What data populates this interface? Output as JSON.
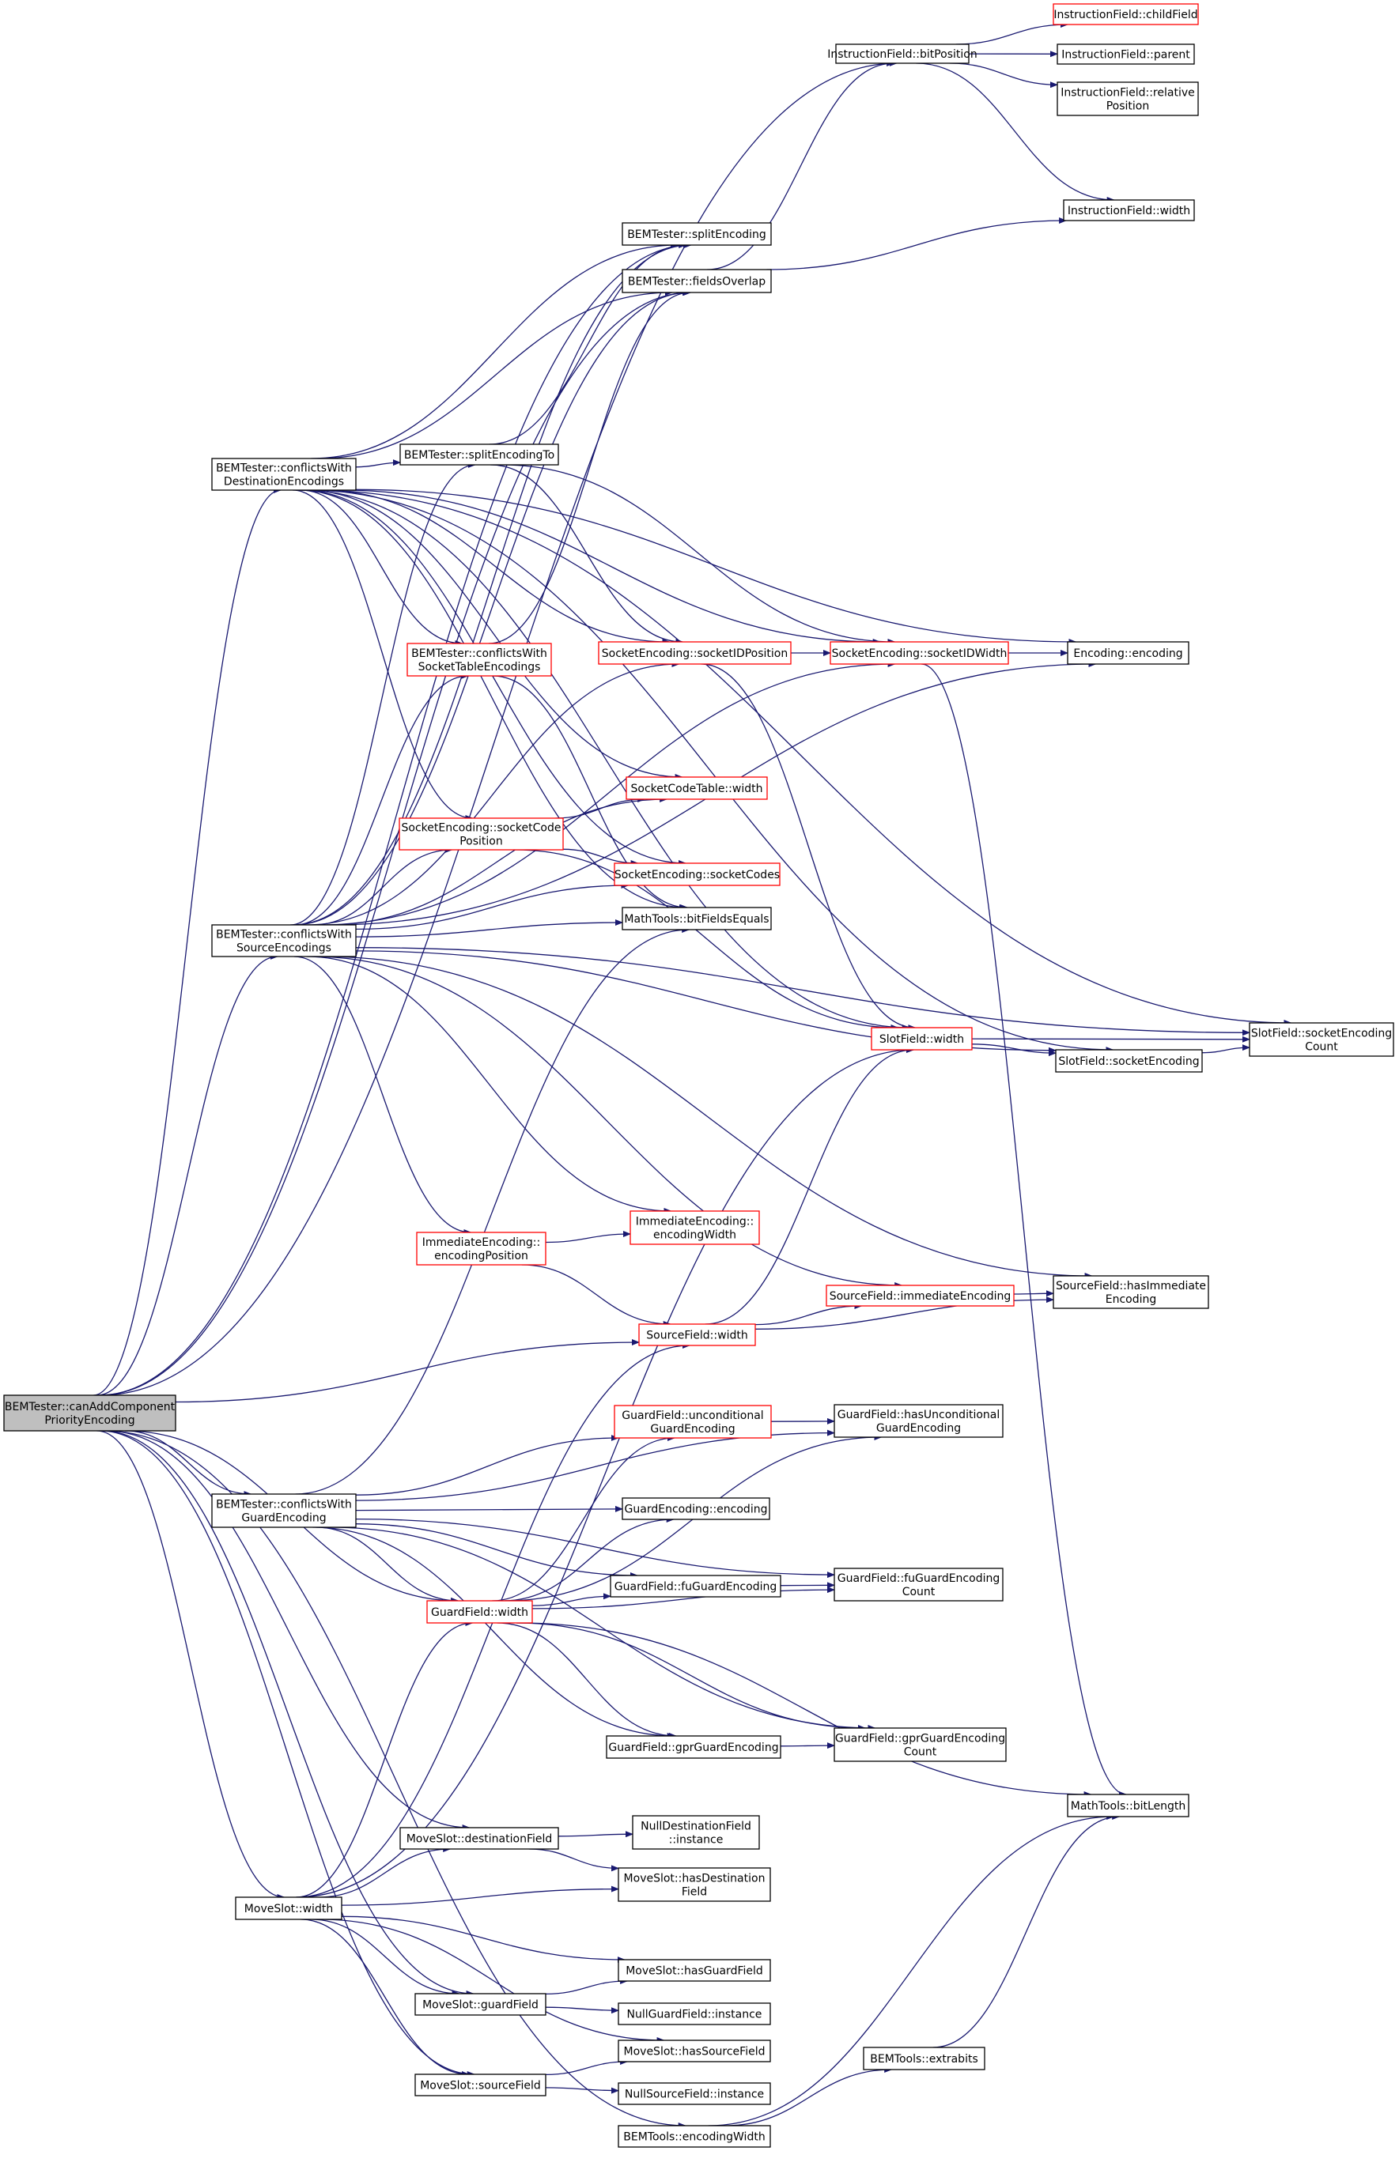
{
  "colors": {
    "edge": "#191970",
    "node_border": "#000000",
    "node_border_missing": "#ff0000",
    "root_fill": "#bfbfbf",
    "background": "#ffffff"
  },
  "nodes": [
    {
      "id": "root",
      "lines": [
        "BEMTester::canAddComponent",
        "PriorityEncoding"
      ],
      "border": "black",
      "root": true
    },
    {
      "id": "ifBitPos",
      "lines": [
        "InstructionField::bitPosition"
      ],
      "border": "black"
    },
    {
      "id": "ifChild",
      "lines": [
        "InstructionField::childField"
      ],
      "border": "red"
    },
    {
      "id": "ifParent",
      "lines": [
        "InstructionField::parent"
      ],
      "border": "black"
    },
    {
      "id": "ifRel",
      "lines": [
        "InstructionField::relative",
        "Position"
      ],
      "border": "black"
    },
    {
      "id": "ifWidth",
      "lines": [
        "InstructionField::width"
      ],
      "border": "black"
    },
    {
      "id": "split",
      "lines": [
        "BEMTester::splitEncoding"
      ],
      "border": "black"
    },
    {
      "id": "overlap",
      "lines": [
        "BEMTester::fieldsOverlap"
      ],
      "border": "black"
    },
    {
      "id": "cwDest",
      "lines": [
        "BEMTester::conflictsWith",
        "DestinationEncodings"
      ],
      "border": "black"
    },
    {
      "id": "splitTo",
      "lines": [
        "BEMTester::splitEncodingTo"
      ],
      "border": "black"
    },
    {
      "id": "cwSocket",
      "lines": [
        "BEMTester::conflictsWith",
        "SocketTableEncodings"
      ],
      "border": "red"
    },
    {
      "id": "seIdPos",
      "lines": [
        "SocketEncoding::socketIDPosition"
      ],
      "border": "red"
    },
    {
      "id": "seIdW",
      "lines": [
        "SocketEncoding::socketIDWidth"
      ],
      "border": "red"
    },
    {
      "id": "encEnc",
      "lines": [
        "Encoding::encoding"
      ],
      "border": "black"
    },
    {
      "id": "sctW",
      "lines": [
        "SocketCodeTable::width"
      ],
      "border": "red"
    },
    {
      "id": "seCodePos",
      "lines": [
        "SocketEncoding::socketCode",
        "Position"
      ],
      "border": "red"
    },
    {
      "id": "seCodes",
      "lines": [
        "SocketEncoding::socketCodes"
      ],
      "border": "red"
    },
    {
      "id": "mtEq",
      "lines": [
        "MathTools::bitFieldsEquals"
      ],
      "border": "black"
    },
    {
      "id": "cwSrc",
      "lines": [
        "BEMTester::conflictsWith",
        "SourceEncodings"
      ],
      "border": "black"
    },
    {
      "id": "sfW",
      "lines": [
        "SlotField::width"
      ],
      "border": "red"
    },
    {
      "id": "sfSE",
      "lines": [
        "SlotField::socketEncoding"
      ],
      "border": "black"
    },
    {
      "id": "sfSEC",
      "lines": [
        "SlotField::socketEncoding",
        "Count"
      ],
      "border": "black"
    },
    {
      "id": "ieEW",
      "lines": [
        "ImmediateEncoding::",
        "encodingWidth"
      ],
      "border": "red"
    },
    {
      "id": "ieEP",
      "lines": [
        "ImmediateEncoding::",
        "encodingPosition"
      ],
      "border": "red"
    },
    {
      "id": "srcIE",
      "lines": [
        "SourceField::immediateEncoding"
      ],
      "border": "red"
    },
    {
      "id": "srcHIE",
      "lines": [
        "SourceField::hasImmediate",
        "Encoding"
      ],
      "border": "black"
    },
    {
      "id": "srcW",
      "lines": [
        "SourceField::width"
      ],
      "border": "red"
    },
    {
      "id": "gfUGE",
      "lines": [
        "GuardField::unconditional",
        "GuardEncoding"
      ],
      "border": "red"
    },
    {
      "id": "gfHUGE",
      "lines": [
        "GuardField::hasUnconditional",
        "GuardEncoding"
      ],
      "border": "black"
    },
    {
      "id": "cwGuard",
      "lines": [
        "BEMTester::conflictsWith",
        "GuardEncoding"
      ],
      "border": "black"
    },
    {
      "id": "geEnc",
      "lines": [
        "GuardEncoding::encoding"
      ],
      "border": "black"
    },
    {
      "id": "gfFu",
      "lines": [
        "GuardField::fuGuardEncoding"
      ],
      "border": "black"
    },
    {
      "id": "gfFuC",
      "lines": [
        "GuardField::fuGuardEncoding",
        "Count"
      ],
      "border": "black"
    },
    {
      "id": "gfW",
      "lines": [
        "GuardField::width"
      ],
      "border": "red"
    },
    {
      "id": "gfGpr",
      "lines": [
        "GuardField::gprGuardEncoding"
      ],
      "border": "black"
    },
    {
      "id": "gfGprC",
      "lines": [
        "GuardField::gprGuardEncoding",
        "Count"
      ],
      "border": "black"
    },
    {
      "id": "mtBL",
      "lines": [
        "MathTools::bitLength"
      ],
      "border": "black"
    },
    {
      "id": "msDF",
      "lines": [
        "MoveSlot::destinationField"
      ],
      "border": "black"
    },
    {
      "id": "ndfI",
      "lines": [
        "NullDestinationField",
        "::instance"
      ],
      "border": "black"
    },
    {
      "id": "msHDF",
      "lines": [
        "MoveSlot::hasDestination",
        "Field"
      ],
      "border": "black"
    },
    {
      "id": "msW",
      "lines": [
        "MoveSlot::width"
      ],
      "border": "black"
    },
    {
      "id": "msHGF",
      "lines": [
        "MoveSlot::hasGuardField"
      ],
      "border": "black"
    },
    {
      "id": "msGF",
      "lines": [
        "MoveSlot::guardField"
      ],
      "border": "black"
    },
    {
      "id": "ngfI",
      "lines": [
        "NullGuardField::instance"
      ],
      "border": "black"
    },
    {
      "id": "msHSF",
      "lines": [
        "MoveSlot::hasSourceField"
      ],
      "border": "black"
    },
    {
      "id": "msSF",
      "lines": [
        "MoveSlot::sourceField"
      ],
      "border": "black"
    },
    {
      "id": "nsfI",
      "lines": [
        "NullSourceField::instance"
      ],
      "border": "black"
    },
    {
      "id": "bemEx",
      "lines": [
        "BEMTools::extrabits"
      ],
      "border": "black"
    },
    {
      "id": "bemEW",
      "lines": [
        "BEMTools::encodingWidth"
      ],
      "border": "black"
    }
  ],
  "edges": [
    [
      "root",
      "ifBitPos"
    ],
    [
      "root",
      "split"
    ],
    [
      "root",
      "overlap"
    ],
    [
      "root",
      "cwDest"
    ],
    [
      "root",
      "cwSrc"
    ],
    [
      "root",
      "srcW"
    ],
    [
      "root",
      "cwGuard"
    ],
    [
      "root",
      "gfW"
    ],
    [
      "root",
      "msDF"
    ],
    [
      "root",
      "msW"
    ],
    [
      "root",
      "msGF"
    ],
    [
      "root",
      "msSF"
    ],
    [
      "root",
      "bemEW"
    ],
    [
      "ifBitPos",
      "ifChild"
    ],
    [
      "ifBitPos",
      "ifParent"
    ],
    [
      "ifBitPos",
      "ifRel"
    ],
    [
      "ifBitPos",
      "ifWidth"
    ],
    [
      "overlap",
      "ifBitPos"
    ],
    [
      "overlap",
      "ifWidth"
    ],
    [
      "cwDest",
      "split"
    ],
    [
      "cwDest",
      "overlap"
    ],
    [
      "cwDest",
      "splitTo"
    ],
    [
      "cwDest",
      "cwSocket"
    ],
    [
      "cwDest",
      "seIdPos"
    ],
    [
      "cwDest",
      "seIdW"
    ],
    [
      "cwDest",
      "encEnc"
    ],
    [
      "cwDest",
      "sctW"
    ],
    [
      "cwDest",
      "seCodePos"
    ],
    [
      "cwDest",
      "seCodes"
    ],
    [
      "cwDest",
      "mtEq"
    ],
    [
      "cwDest",
      "sfW"
    ],
    [
      "cwDest",
      "sfSE"
    ],
    [
      "cwDest",
      "sfSEC"
    ],
    [
      "splitTo",
      "split"
    ],
    [
      "splitTo",
      "seIdPos"
    ],
    [
      "splitTo",
      "seIdW"
    ],
    [
      "cwSocket",
      "overlap"
    ],
    [
      "cwSocket",
      "mtEq"
    ],
    [
      "seIdPos",
      "seIdW"
    ],
    [
      "seIdPos",
      "sfW"
    ],
    [
      "seIdW",
      "encEnc"
    ],
    [
      "seIdW",
      "mtBL"
    ],
    [
      "seCodePos",
      "sctW"
    ],
    [
      "seCodePos",
      "seCodes"
    ],
    [
      "seCodePos",
      "sfW"
    ],
    [
      "cwSrc",
      "split"
    ],
    [
      "cwSrc",
      "overlap"
    ],
    [
      "cwSrc",
      "splitTo"
    ],
    [
      "cwSrc",
      "cwSocket"
    ],
    [
      "cwSrc",
      "seIdPos"
    ],
    [
      "cwSrc",
      "sctW"
    ],
    [
      "cwSrc",
      "seCodePos"
    ],
    [
      "cwSrc",
      "seCodes"
    ],
    [
      "cwSrc",
      "mtEq"
    ],
    [
      "cwSrc",
      "seIdW"
    ],
    [
      "cwSrc",
      "encEnc"
    ],
    [
      "cwSrc",
      "sfSE"
    ],
    [
      "cwSrc",
      "sfSEC"
    ],
    [
      "cwSrc",
      "ieEW"
    ],
    [
      "cwSrc",
      "ieEP"
    ],
    [
      "cwSrc",
      "srcIE"
    ],
    [
      "cwSrc",
      "srcHIE"
    ],
    [
      "sfW",
      "sfSE"
    ],
    [
      "sfW",
      "sfSEC"
    ],
    [
      "sfSE",
      "sfSEC"
    ],
    [
      "ieEP",
      "ieEW"
    ],
    [
      "ieEP",
      "srcW"
    ],
    [
      "srcIE",
      "srcHIE"
    ],
    [
      "srcW",
      "sfW"
    ],
    [
      "srcW",
      "srcIE"
    ],
    [
      "srcW",
      "srcHIE"
    ],
    [
      "gfUGE",
      "gfHUGE"
    ],
    [
      "cwGuard",
      "mtEq"
    ],
    [
      "cwGuard",
      "gfUGE"
    ],
    [
      "cwGuard",
      "gfHUGE"
    ],
    [
      "cwGuard",
      "geEnc"
    ],
    [
      "cwGuard",
      "gfFu"
    ],
    [
      "cwGuard",
      "gfFuC"
    ],
    [
      "cwGuard",
      "gfW"
    ],
    [
      "cwGuard",
      "gfGpr"
    ],
    [
      "cwGuard",
      "gfGprC"
    ],
    [
      "gfW",
      "gfUGE"
    ],
    [
      "gfW",
      "gfHUGE"
    ],
    [
      "gfW",
      "geEnc"
    ],
    [
      "gfW",
      "gfFu"
    ],
    [
      "gfW",
      "gfFuC"
    ],
    [
      "gfW",
      "gfGpr"
    ],
    [
      "gfW",
      "gfGprC"
    ],
    [
      "gfW",
      "mtBL"
    ],
    [
      "gfFu",
      "gfFuC"
    ],
    [
      "gfGpr",
      "gfGprC"
    ],
    [
      "msDF",
      "ndfI"
    ],
    [
      "msDF",
      "msHDF"
    ],
    [
      "msW",
      "srcW"
    ],
    [
      "msW",
      "gfW"
    ],
    [
      "msW",
      "msDF"
    ],
    [
      "msW",
      "msHDF"
    ],
    [
      "msW",
      "sfW"
    ],
    [
      "msW",
      "msHGF"
    ],
    [
      "msW",
      "msGF"
    ],
    [
      "msW",
      "msHSF"
    ],
    [
      "msW",
      "msSF"
    ],
    [
      "msGF",
      "msHGF"
    ],
    [
      "msGF",
      "ngfI"
    ],
    [
      "msSF",
      "msHSF"
    ],
    [
      "msSF",
      "nsfI"
    ],
    [
      "bemEW",
      "mtBL"
    ],
    [
      "bemEW",
      "bemEx"
    ],
    [
      "bemEx",
      "mtBL"
    ]
  ]
}
